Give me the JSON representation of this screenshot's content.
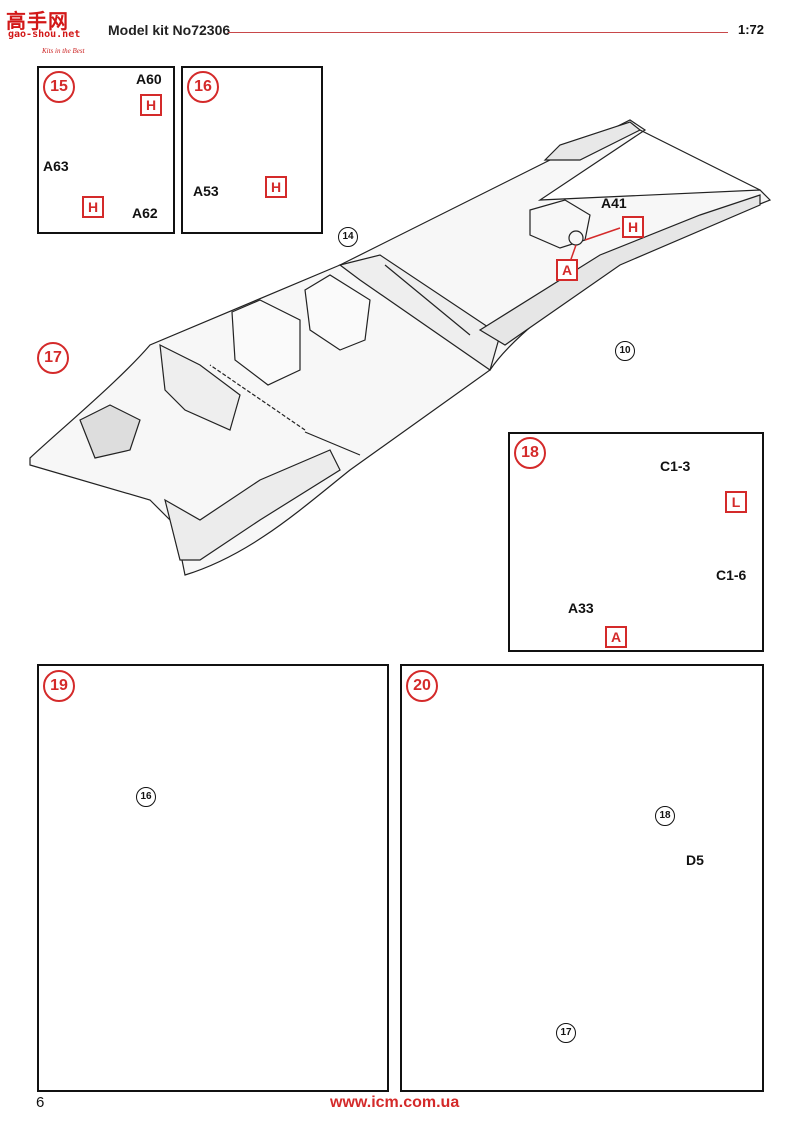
{
  "logo": {
    "top": "高手网",
    "sub": "gao-shou.net",
    "tagline": "Kits in the Best"
  },
  "header": {
    "model_kit": "Model kit No72306",
    "scale": "1:72"
  },
  "steps": {
    "s15": {
      "num": "15",
      "parts": [
        "A60",
        "A63",
        "A62"
      ],
      "codes": [
        "H",
        "H"
      ]
    },
    "s16": {
      "num": "16",
      "parts": [
        "A53"
      ],
      "codes": [
        "H"
      ]
    },
    "s17": {
      "num": "17",
      "refs": [
        "14",
        "10"
      ],
      "parts": [
        "A41"
      ],
      "codes": [
        "H",
        "A"
      ]
    },
    "s18": {
      "num": "18",
      "parts": [
        "C1-3",
        "C1-6",
        "A33"
      ],
      "codes": [
        "L",
        "A"
      ]
    },
    "s19": {
      "num": "19",
      "refs": [
        "16"
      ]
    },
    "s20": {
      "num": "20",
      "refs": [
        "18",
        "17"
      ],
      "parts": [
        "D5"
      ]
    }
  },
  "footer": {
    "page": "6",
    "url": "www.icm.com.ua"
  },
  "colors": {
    "accent": "#d42a2a",
    "line": "#111111"
  }
}
